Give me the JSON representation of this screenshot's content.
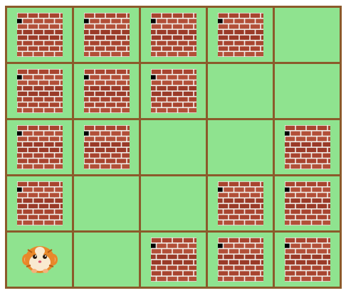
{
  "game": {
    "type": "grid-maze",
    "rows": 5,
    "cols": 5,
    "colors": {
      "grid_line": "#8B5A2B",
      "floor": "#8FE38F",
      "brick": "#A8442F",
      "mortar": "#F2EFEA",
      "hamster_fur": "#E8882A",
      "hamster_cream": "#F9E9D0"
    },
    "player": {
      "icon": "hamster-icon",
      "row": 4,
      "col": 0
    },
    "grid": [
      [
        "wall",
        "wall",
        "wall",
        "wall",
        "empty"
      ],
      [
        "wall",
        "wall",
        "wall",
        "empty",
        "empty"
      ],
      [
        "wall",
        "wall",
        "empty",
        "empty",
        "wall"
      ],
      [
        "wall",
        "empty",
        "empty",
        "wall",
        "wall"
      ],
      [
        "player",
        "empty",
        "wall",
        "wall",
        "wall"
      ]
    ]
  }
}
